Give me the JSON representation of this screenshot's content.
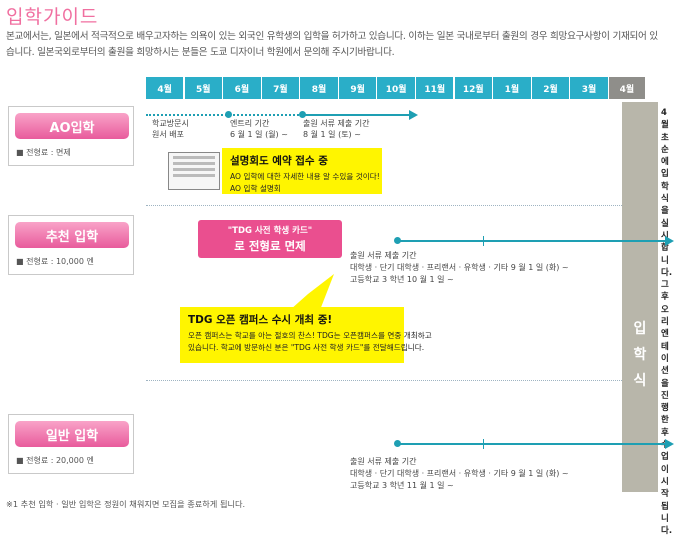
{
  "title": "입학가이드",
  "intro": "본교에서는, 일본에서 적극적으로 배우고자하는 의욕이 있는 외국인 유학생의 입학을 허가하고 있습니다. 이하는 일본 국내로부터 출원의 경우 희망요구사항이 기재되어 있습니다. 일본국외로부터의 출원을 희망하시는 분들은 도쿄 디자이너 학원에서 문의해 주시기바랍니다.",
  "months": [
    "4월",
    "5월",
    "6월",
    "7월",
    "8월",
    "9월",
    "10월",
    "11월",
    "12월",
    "1월",
    "2월",
    "3월",
    "4월"
  ],
  "categories": [
    {
      "label": "AO입학",
      "sub": "■ 전형료 : 면제"
    },
    {
      "label": "추천 입학",
      "sub": "■ 전형료 : 10,000 엔"
    },
    {
      "label": "일반 입학",
      "sub": "■ 전형료 : 20,000 엔"
    }
  ],
  "ao": {
    "brochure": "학교방문시\n원서 배포",
    "entry": "엔트리 기간\n6 월 1 일 (월) ~",
    "submit": "출원 서류 제출 기간\n8 월 1 일 (토) ~",
    "box_head": "설명회도 예약 접수 중",
    "box_body": "AO 입학에 대한 자세한 내용 알 수있을 것이다!\nAO 입학 설명회"
  },
  "rec": {
    "badge_l1": "\"TDG 사전 학생 카드\"",
    "badge_l2": "로 전형료 면제",
    "submit": "출원 서류 제출 기간\n대학생 · 단기 대학생 · 프리랜서 · 유학생 · 기타 9 월 1 일 (화) ~\n고등학교 3 학년 10 월 1 일 ~"
  },
  "open": {
    "head": "TDG 오픈 캠퍼스 수시 개최 중!",
    "body": "오픈 캠퍼스는 학교를 아는 절호의 찬스! TDG는 오픈캠퍼스를 연중 개최하고\n있습니다. 학교에 방문하신 분은 \"TDG 사전 학생 카드\"를 전달해드립니다."
  },
  "gen": {
    "submit": "출원 서류 제출 기간\n대학생 · 단기 대학생 · 프리랜서 · 유학생 · 기타 9 월 1 일 (화) ~\n고등학교 3 학년 11 월 1 일 ~"
  },
  "entrance": "입학식",
  "vertical_note": "4월 초순에 입학식을 실시합니다. 그 후 오리엔테이션을 진행한 후 수업이 시작됩니다.",
  "footnote": "※1 추천 입학 · 일반 입학은 정원이 채워지면 모집을 종료하게 됩니다.",
  "colors": {
    "accent_pink": "#ea4f8f",
    "teal": "#2aaec8",
    "yellow": "#fff500",
    "grey": "#b8b6aa"
  }
}
